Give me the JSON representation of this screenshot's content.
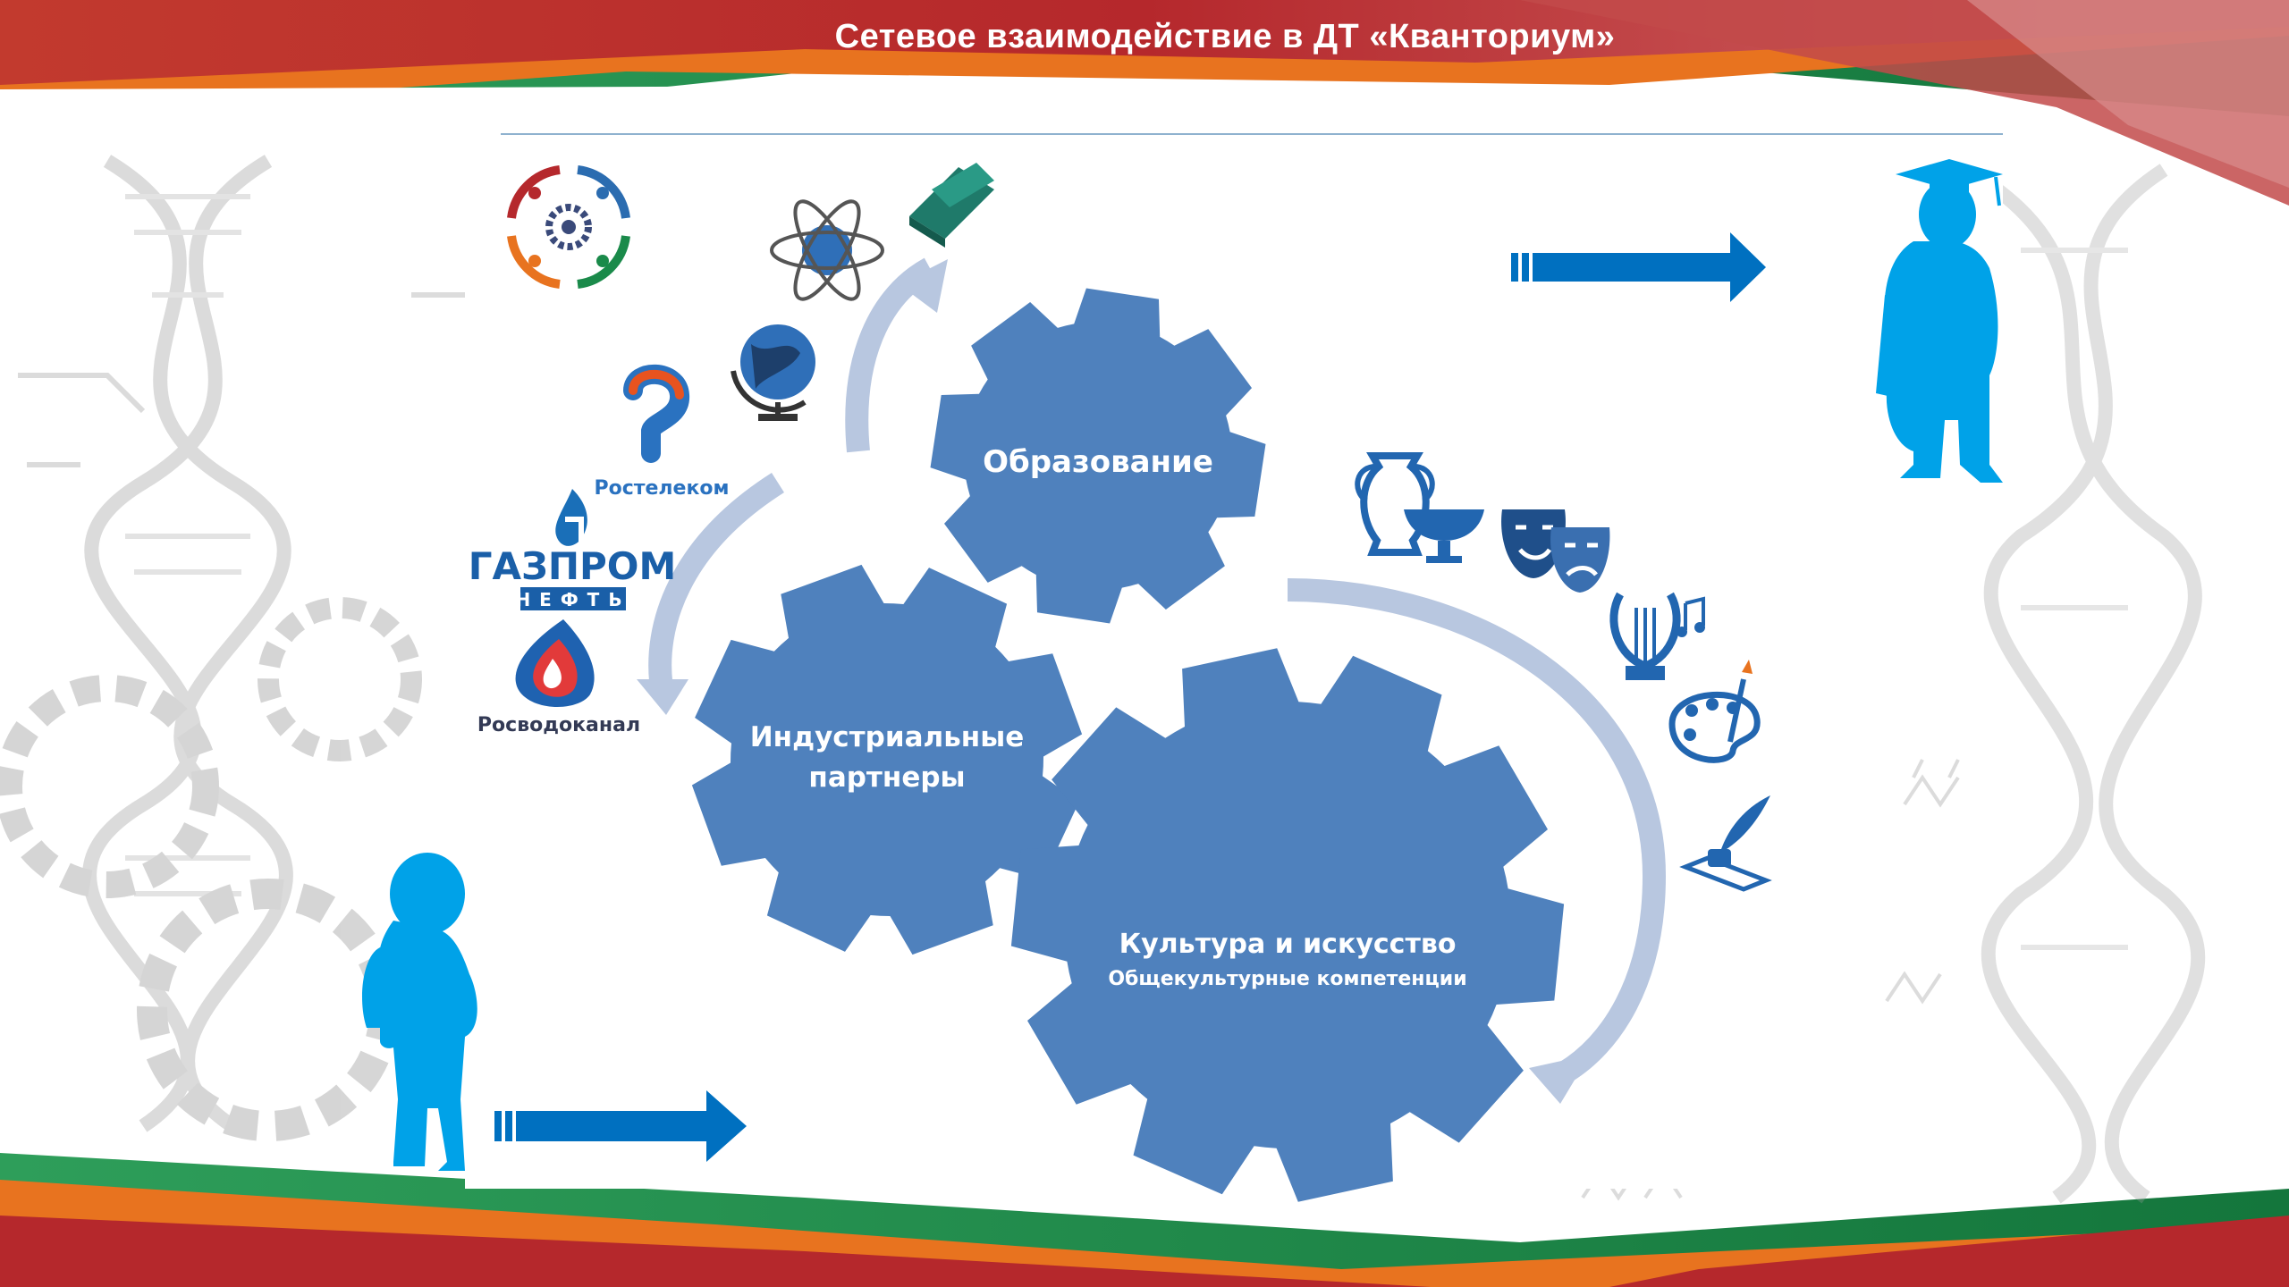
{
  "title": "Сетевое взаимодействие в ДТ «Кванториум»",
  "gears": {
    "education": "Образование",
    "industrial_line1": "Индустриальные",
    "industrial_line2": "партнеры",
    "culture_title": "Культура и искусство",
    "culture_subtitle": "Общекультурные компетенции"
  },
  "partners": {
    "rostelecom": "Ростелеком",
    "gazprom_line1": "ГАЗПРОМ",
    "gazprom_line2": "НЕФТЬ",
    "rosvodokanal": "Росводоканал"
  },
  "colors": {
    "gear": "#4f81bd",
    "cyan_figure": "#00a2e8",
    "arrow_blue": "#0070c0",
    "cycle_arrow": "#b8c7e0",
    "orange": "#e8731f",
    "green": "#1a8a4a",
    "red": "#b5282c"
  },
  "icons": [
    "kvantorium-logo-icon",
    "atom-icon",
    "book-icon",
    "globe-icon",
    "amphora-icon",
    "theater-masks-icon",
    "lyre-icon",
    "palette-icon",
    "quill-icon",
    "child-silhouette-icon",
    "graduate-silhouette-icon"
  ]
}
